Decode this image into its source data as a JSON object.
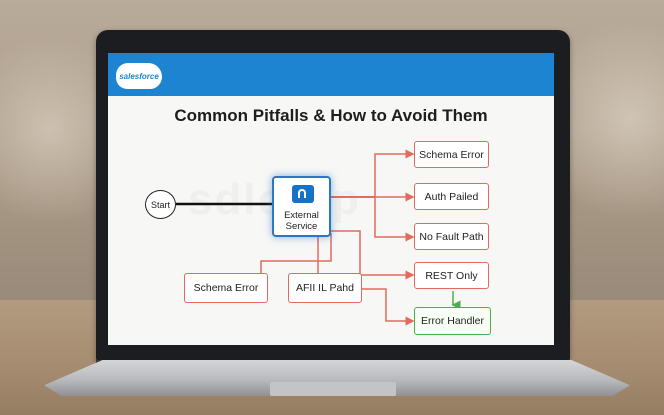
{
  "header": {
    "logo_text": "salesforce",
    "brand_color": "#1d84d1"
  },
  "page": {
    "title": "Common Pitfalls & How to Avoid Them"
  },
  "diagram": {
    "start_label": "Start",
    "center_label_line1": "External",
    "center_label_line2": "Service",
    "right_nodes": [
      "Schema Error",
      "Auth Pailed",
      "No Fault Path",
      "REST Only"
    ],
    "handler_label": "Error Handler",
    "bottom_nodes": [
      "Schema Error",
      "AFII IL Pahd"
    ],
    "error_color": "#e36a5e",
    "success_color": "#4bb04b",
    "watermark": "sdlcorp"
  }
}
